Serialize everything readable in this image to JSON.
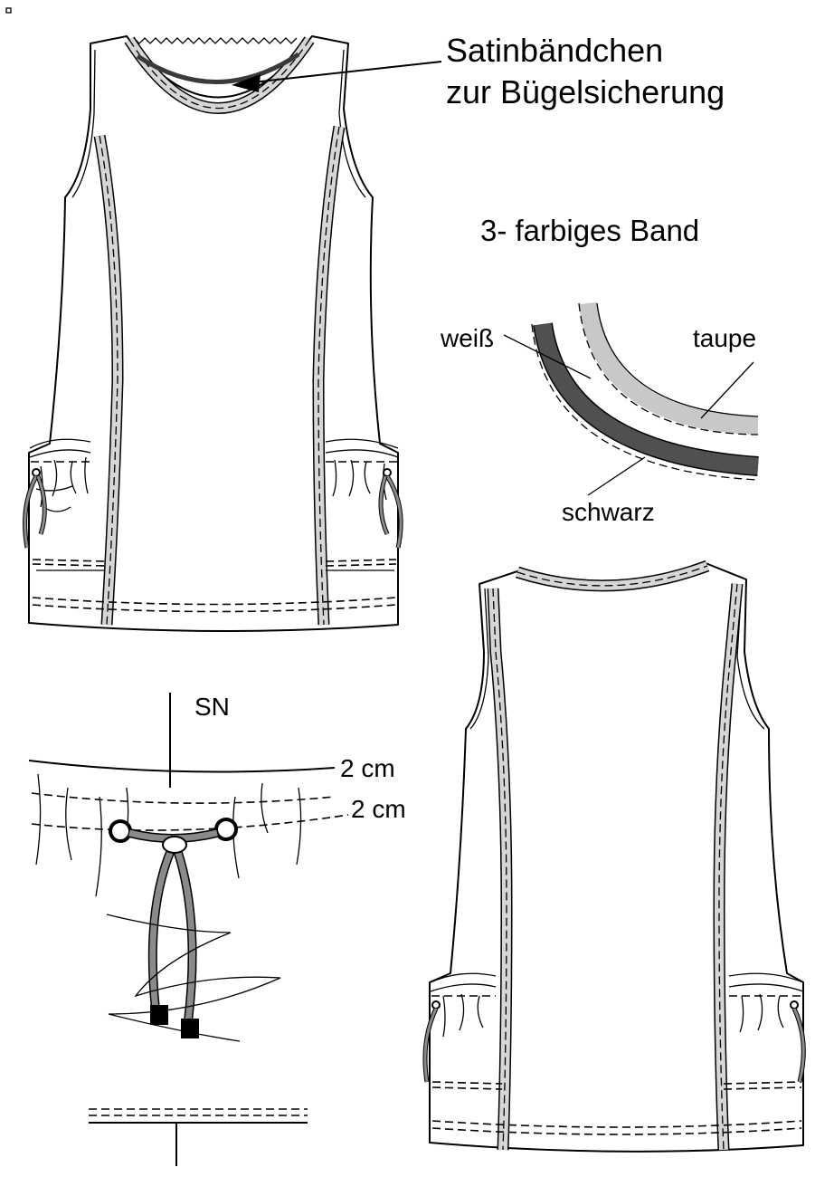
{
  "labels": {
    "satin_line1": "Satinbändchen",
    "satin_line2": "zur Bügelsicherung",
    "band_title": "3- farbiges Band",
    "white": "weiß",
    "taupe": "taupe",
    "black": "schwarz",
    "sn": "SN",
    "measure_1": "2 cm",
    "measure_2": "2 cm"
  },
  "colors": {
    "white_band": "#ffffff",
    "taupe_band": "#c8c8c8",
    "black_band": "#505050",
    "drawstring": "#8a8a8a",
    "satin_ribbon": "#3a3a3a"
  }
}
